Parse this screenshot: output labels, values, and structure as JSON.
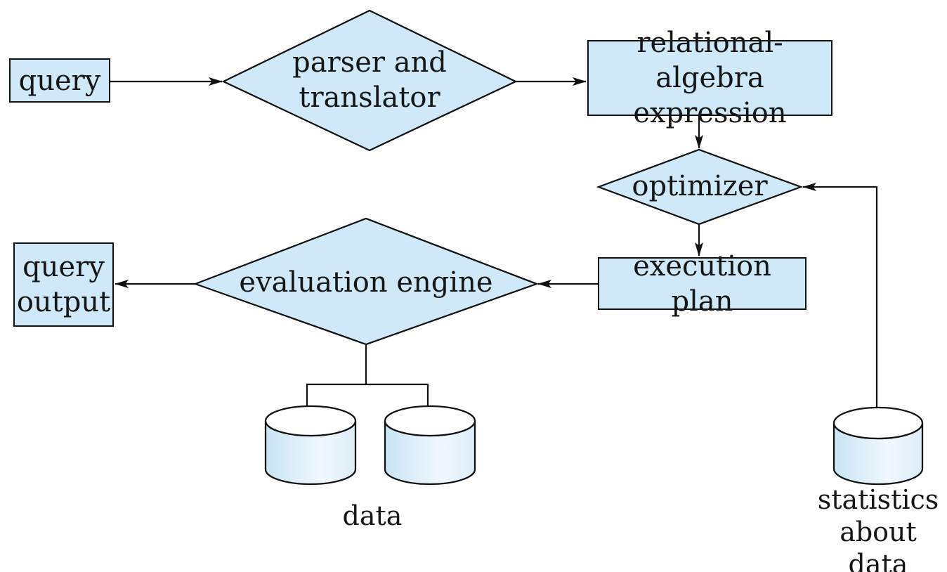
{
  "colors": {
    "background": "#ffffff",
    "node_fill": "#cfe9f8",
    "node_border": "#111111",
    "line": "#111111",
    "text": "#161616",
    "cylinder_top": "#ffffff",
    "cylinder_body_left": "#c8e4f4",
    "cylinder_body_mid": "#f0f8fd",
    "cylinder_body_right": "#dcedf8"
  },
  "nodes": {
    "query": {
      "label": "query",
      "shape": "rectangle"
    },
    "parser": {
      "label": "parser and\ntranslator",
      "shape": "diamond"
    },
    "relational_algebra": {
      "label": "relational-algebra\nexpression",
      "shape": "rectangle"
    },
    "optimizer": {
      "label": "optimizer",
      "shape": "diamond"
    },
    "execution_plan": {
      "label": "execution plan",
      "shape": "rectangle"
    },
    "evaluation_engine": {
      "label": "evaluation engine",
      "shape": "diamond"
    },
    "query_output": {
      "label": "query\noutput",
      "shape": "rectangle"
    },
    "data_store": {
      "label": "data",
      "shape": "cylinder-pair"
    },
    "statistics_store": {
      "label": "statistics\nabout data",
      "shape": "cylinder"
    }
  },
  "edges": [
    {
      "from": "query",
      "to": "parser",
      "arrow": true
    },
    {
      "from": "parser",
      "to": "relational_algebra",
      "arrow": true
    },
    {
      "from": "relational_algebra",
      "to": "optimizer",
      "arrow": true
    },
    {
      "from": "optimizer",
      "to": "execution_plan",
      "arrow": true
    },
    {
      "from": "execution_plan",
      "to": "evaluation_engine",
      "arrow": true
    },
    {
      "from": "evaluation_engine",
      "to": "query_output",
      "arrow": true
    },
    {
      "from": "evaluation_engine",
      "to": "data_store",
      "arrow": false
    },
    {
      "from": "statistics_store",
      "to": "optimizer",
      "arrow": true
    }
  ]
}
